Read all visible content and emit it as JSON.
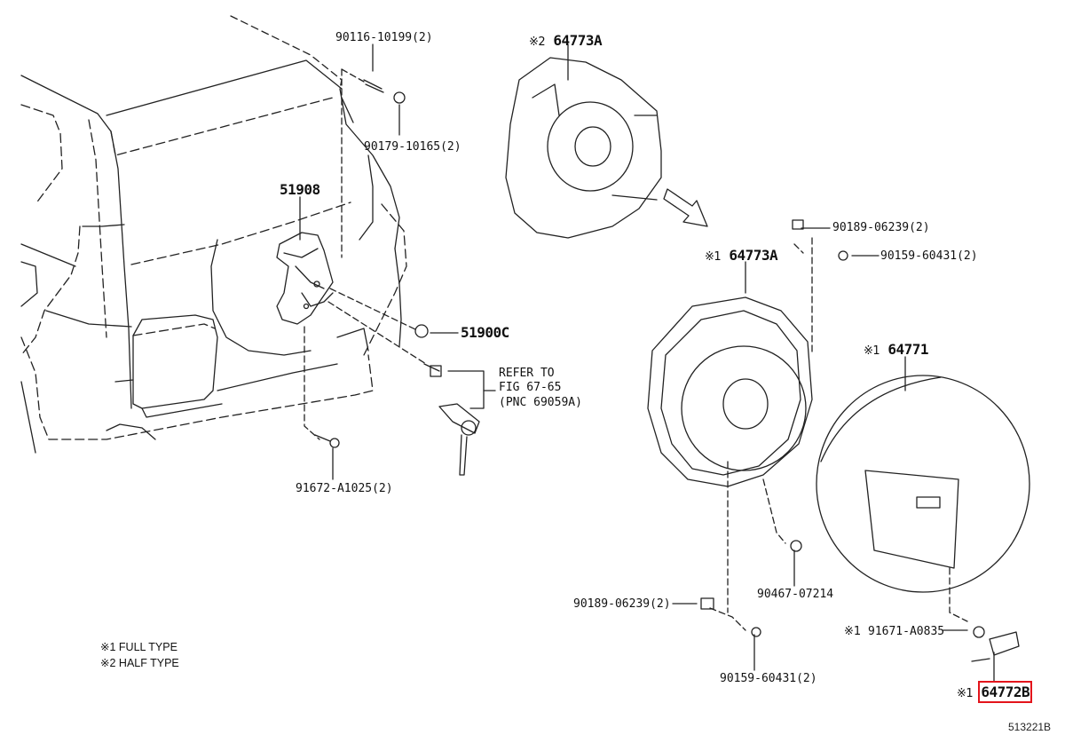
{
  "diagram": {
    "figure_id": "513221B",
    "highlight_color": "#e3141b",
    "legend": [
      {
        "mark": "※1",
        "text": "FULL TYPE"
      },
      {
        "mark": "※2",
        "text": "HALF TYPE"
      }
    ],
    "parts": {
      "stud_bolt": {
        "code": "90116-10199(2)"
      },
      "nut_top": {
        "code": "90179-10165(2)"
      },
      "carrier": {
        "code": "51908"
      },
      "cover_half": {
        "mark": "※2",
        "code": "64773A"
      },
      "cover_full": {
        "mark": "※1",
        "code": "64773A"
      },
      "clip_top": {
        "code": "90189-06239(2)"
      },
      "screw_top": {
        "code": "90159-60431(2)"
      },
      "lock_nut": {
        "code": "51900C"
      },
      "refer": {
        "line1": "REFER TO",
        "line2": "FIG 67-65",
        "line3": "(PNC 69059A)"
      },
      "bolt_bottom": {
        "code": "91672-A1025(2)"
      },
      "tire_cover": {
        "mark": "※1",
        "code": "64771"
      },
      "grommet": {
        "code": "90467-07214"
      },
      "clip_bottom": {
        "code": "90189-06239(2)"
      },
      "screw_bottom": {
        "code": "90159-60431(2)"
      },
      "bolt_cover": {
        "mark": "※1",
        "code": "91671-A0835"
      },
      "emblem_cap": {
        "mark": "※1",
        "code": "64772B",
        "highlighted": true
      }
    }
  }
}
